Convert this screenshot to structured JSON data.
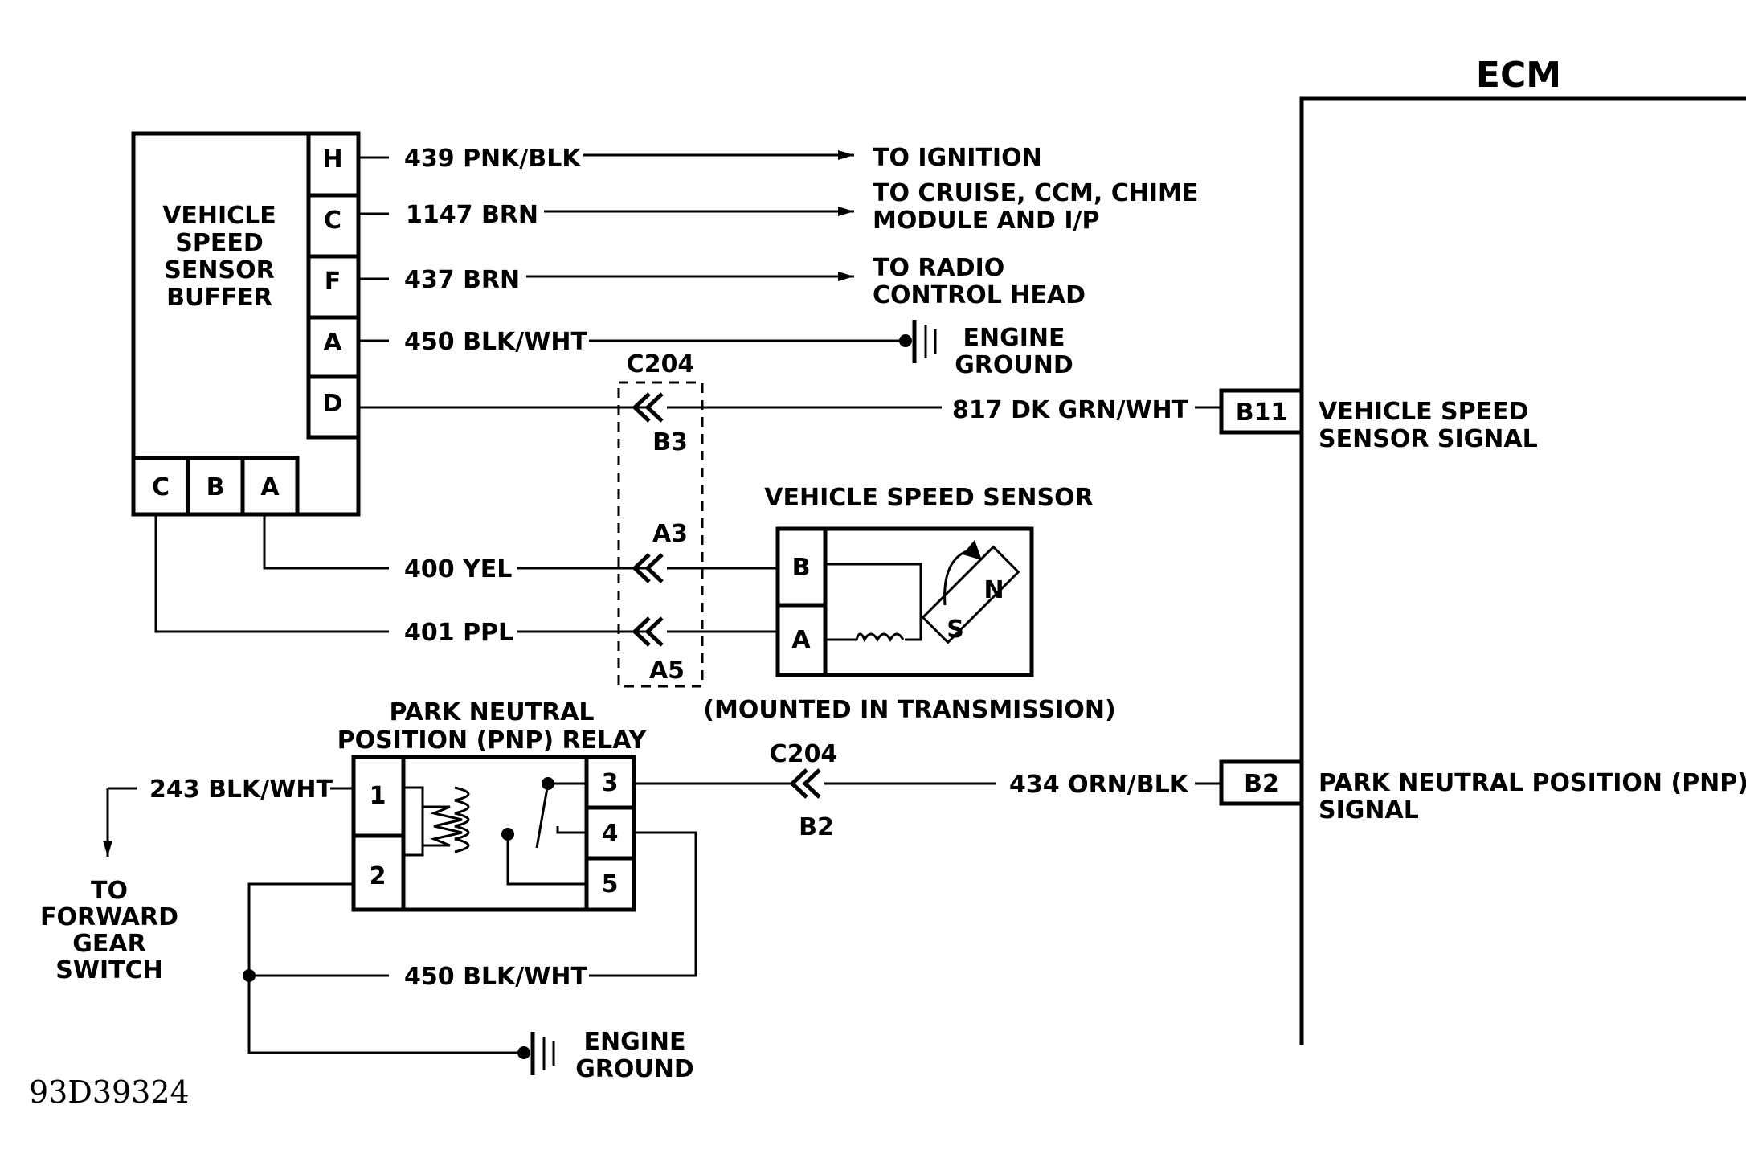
{
  "ecm": {
    "title": "ECM"
  },
  "vss_buffer": {
    "title_lines": [
      "VEHICLE",
      "SPEED",
      "SENSOR",
      "BUFFER"
    ],
    "right_pins": [
      "H",
      "C",
      "F",
      "A",
      "D"
    ],
    "bottom_pins": [
      "C",
      "B",
      "A"
    ]
  },
  "buffer_circuits": [
    {
      "wire": "439 PNK/BLK",
      "dest": [
        "TO IGNITION"
      ]
    },
    {
      "wire": "1147 BRN",
      "dest": [
        "TO  CRUISE, CCM, CHIME",
        "MODULE AND I/P"
      ]
    },
    {
      "wire": "437 BRN",
      "dest": [
        "TO  RADIO",
        "CONTROL HEAD"
      ]
    },
    {
      "wire": "450 BLK/WHT",
      "dest": [
        "ENGINE",
        "GROUND"
      ]
    }
  ],
  "vss_signal": {
    "wire": "817 DK GRN/WHT",
    "connector": "C204",
    "terminal": "B3",
    "ecm_pin": "B11",
    "ecm_label": [
      "VEHICLE SPEED",
      "SENSOR SIGNAL"
    ]
  },
  "vss": {
    "title": "VEHICLE SPEED SENSOR",
    "pins": [
      "B",
      "A"
    ],
    "magnet": [
      "N",
      "S"
    ],
    "note": "(MOUNTED IN TRANSMISSION)",
    "wires": [
      {
        "wire": "400 YEL",
        "terminal": "A3"
      },
      {
        "wire": "401 PPL",
        "terminal": "A5"
      }
    ]
  },
  "pnp_relay": {
    "title_lines": [
      "PARK NEUTRAL",
      "POSITION  (PNP) RELAY"
    ],
    "left_pins": [
      "1",
      "2"
    ],
    "right_pins": [
      "3",
      "4",
      "5"
    ],
    "input_wire": "243 BLK/WHT",
    "input_dest": [
      "TO",
      "FORWARD",
      "GEAR",
      "SWITCH"
    ],
    "ground_wire": "450 BLK/WHT",
    "ground_label": [
      "ENGINE",
      "GROUND"
    ]
  },
  "pnp_signal": {
    "wire": "434 ORN/BLK",
    "connector": "C204",
    "terminal": "B2",
    "ecm_pin": "B2",
    "ecm_label": [
      "PARK NEUTRAL POSITION  (PNP)",
      "SIGNAL"
    ]
  },
  "ref_code": "93D39324"
}
